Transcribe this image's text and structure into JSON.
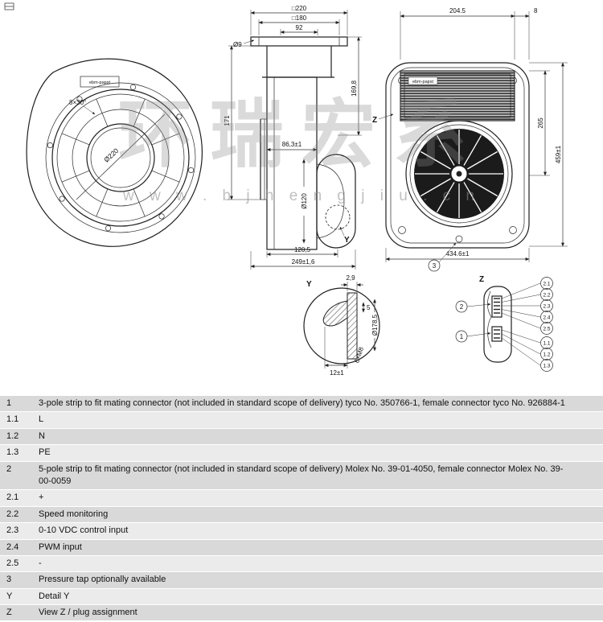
{
  "watermark": {
    "cjk": "环瑞宏系",
    "url": "w w w . b j h e n g j i u . c n"
  },
  "front_view": {
    "brand": "ebm-papst",
    "dia": "Ø220",
    "angle": "8×30°"
  },
  "side_view": {
    "sq220": "□220",
    "sq180": "□180",
    "w92": "92",
    "d9": "Ø9",
    "h169": "169,8",
    "h171": "171",
    "w86": "86,3±1",
    "d120": "Ø120",
    "w120": "120,5",
    "w249": "249±1,6",
    "y_label": "Y"
  },
  "rear_view": {
    "brand": "ebm-papst",
    "w204": "204.5",
    "w8": "8",
    "h265": "265",
    "h459": "459±1",
    "w434": "434.6±1",
    "z_label": "Z",
    "callout3": "3"
  },
  "detail_y": {
    "title": "Y",
    "t29": "2,9",
    "t5": "5",
    "d178": "Ø178,5",
    "t12": "12±1",
    "m8": "6×M8"
  },
  "view_z": {
    "title": "Z",
    "c2": "2",
    "c1": "1",
    "pins2": [
      "2.1",
      "2.2",
      "2.3",
      "2.4",
      "2.5"
    ],
    "pins1": [
      "1.1",
      "1.2",
      "1.3"
    ]
  },
  "table": {
    "rows": [
      {
        "id": "1",
        "text": "3-pole strip to fit mating connector (not included in standard scope of delivery) tyco No. 350766-1, female connector tyco No. 926884-1"
      },
      {
        "id": "1.1",
        "text": "L"
      },
      {
        "id": "1.2",
        "text": "N"
      },
      {
        "id": "1.3",
        "text": "PE"
      },
      {
        "id": "2",
        "text": "5-pole strip to fit mating connector (not included in standard scope of delivery) Molex No. 39-01-4050, female connector Molex No. 39-00-0059"
      },
      {
        "id": "2.1",
        "text": "+"
      },
      {
        "id": "2.2",
        "text": "Speed monitoring"
      },
      {
        "id": "2.3",
        "text": "0-10 VDC control input"
      },
      {
        "id": "2.4",
        "text": "PWM input"
      },
      {
        "id": "2.5",
        "text": "-"
      },
      {
        "id": "3",
        "text": "Pressure tap optionally available"
      },
      {
        "id": "Y",
        "text": "Detail Y"
      },
      {
        "id": "Z",
        "text": "View Z / plug assignment"
      }
    ]
  }
}
